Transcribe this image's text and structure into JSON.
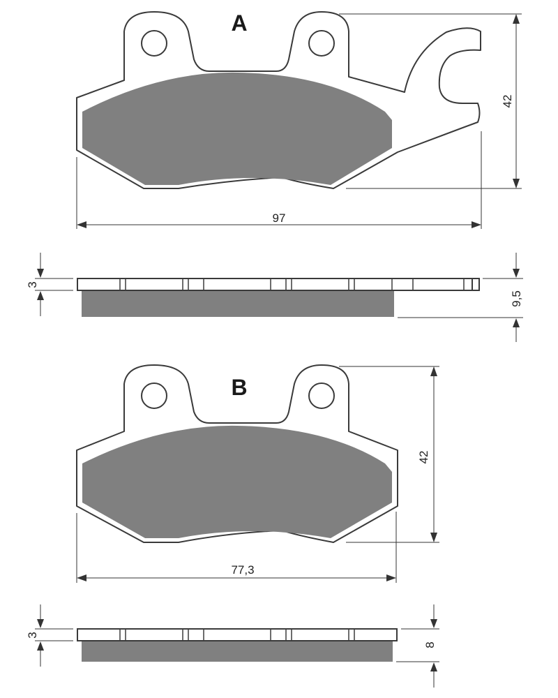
{
  "pads": [
    {
      "label": "A",
      "width_label": "97",
      "height_label": "42",
      "side_view": {
        "plate_label": "3",
        "total_label": "9,5"
      }
    },
    {
      "label": "B",
      "width_label": "77,3",
      "height_label": "42",
      "side_view": {
        "plate_label": "3",
        "total_label": "8"
      }
    }
  ],
  "colors": {
    "friction_material": "#808080",
    "backing_plate_stroke": "#3a3a3a",
    "dimension_line": "#333333"
  }
}
